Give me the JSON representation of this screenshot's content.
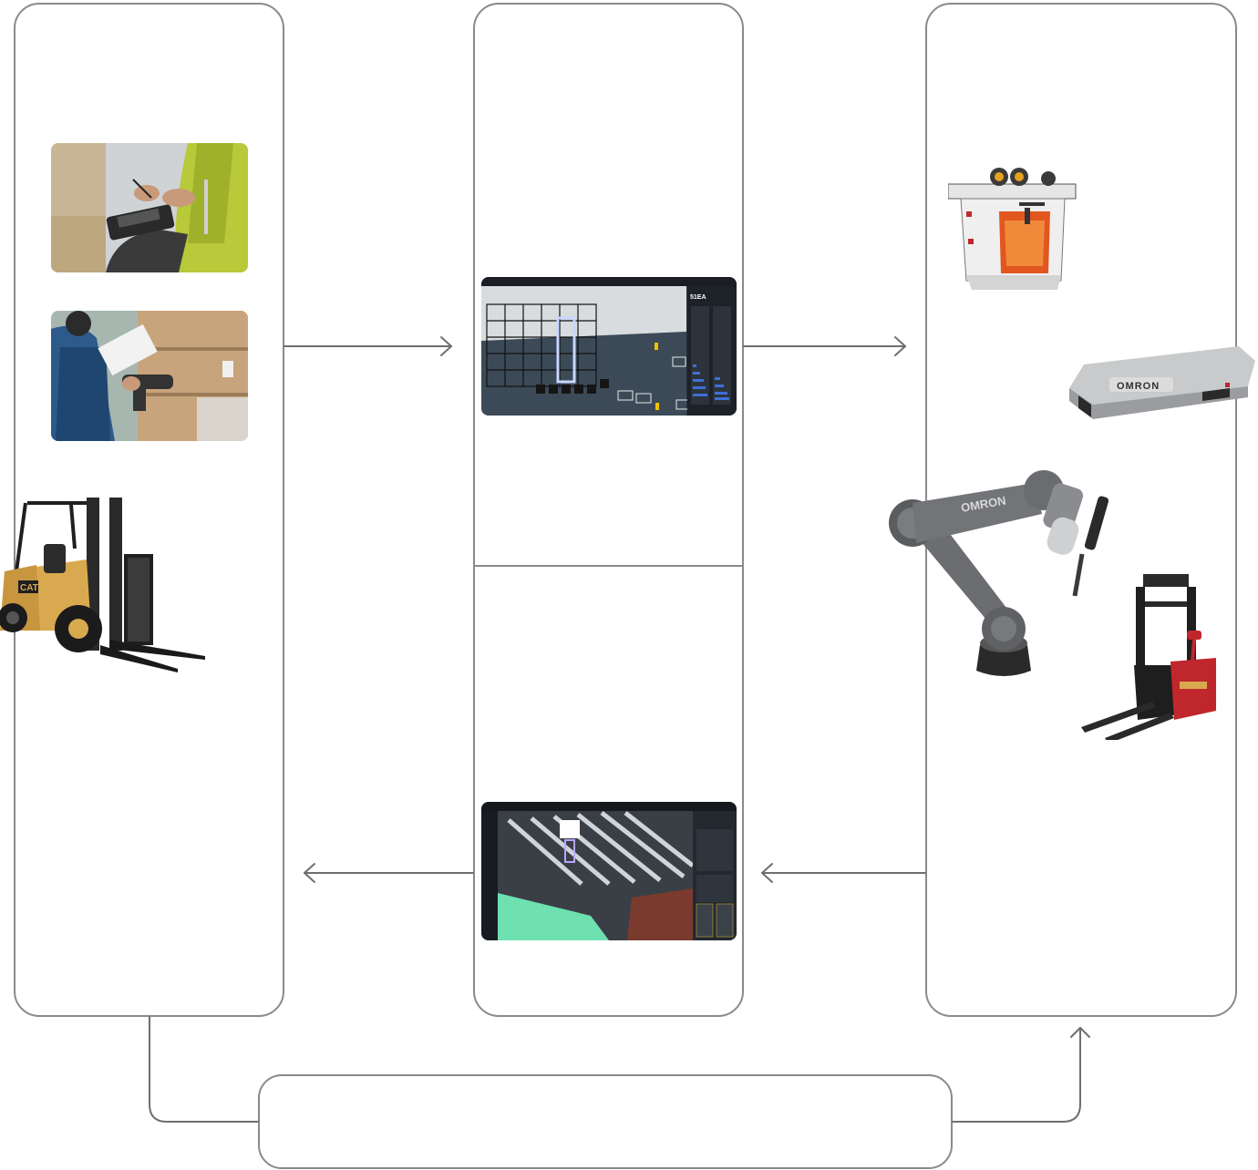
{
  "diagram": {
    "panels": [
      {
        "id": "left",
        "content": [
          "mobile-scanner-photo",
          "handheld-scanner-photo",
          "forklift"
        ]
      },
      {
        "id": "middle",
        "content": [
          "warehouse-3d-dashboard-top",
          "warehouse-3d-dashboard-bottom"
        ]
      },
      {
        "id": "right",
        "content": [
          "overhead-shuttle-robot",
          "mobile-robot-platform",
          "collaborative-robot-arm",
          "autonomous-pallet-stacker"
        ]
      }
    ],
    "bottom_box": {
      "label": ""
    },
    "flows": [
      {
        "from": "left",
        "to": "middle"
      },
      {
        "from": "middle",
        "to": "right"
      },
      {
        "from": "right",
        "to": "middle"
      },
      {
        "from": "middle",
        "to": "left"
      },
      {
        "from": "left",
        "to": "right",
        "via": "bottom_box"
      }
    ]
  },
  "labels": {
    "mobile_robot_brand": "OMRON",
    "robot_arm_brand": "OMRON",
    "forklift_brand": "CAT",
    "dashboard_top_count": "51EA"
  },
  "colors": {
    "panel_stroke": "#8a8a8a",
    "connector": "#6e6e6e",
    "forklift_body": "#d9a94f",
    "stacker_red": "#c0272d",
    "shuttle_orange": "#e2571f",
    "dashboard_blue": "#3f6fd8",
    "dashboard_green": "#6fe0b0"
  },
  "icons": [
    "arrow-right-icon",
    "arrow-left-icon",
    "arrow-up-icon"
  ]
}
